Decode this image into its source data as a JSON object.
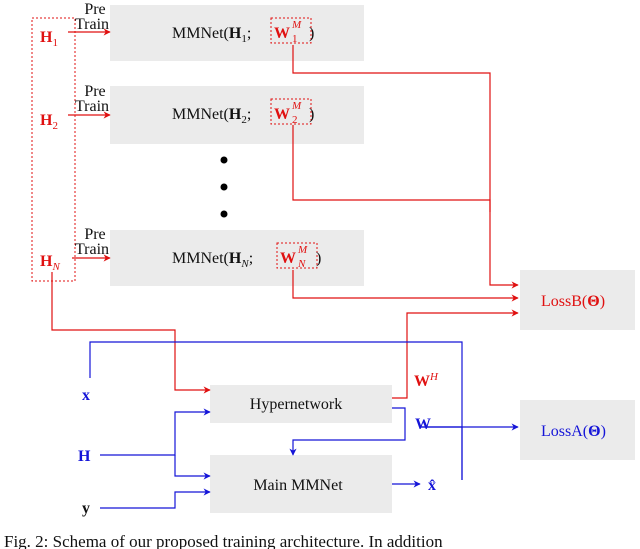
{
  "pretrain": {
    "line1": "Pre",
    "line2": "Train"
  },
  "inputs": [
    {
      "main": "H",
      "sub": "1"
    },
    {
      "main": "H",
      "sub": "2"
    },
    {
      "main": "H",
      "sub": "N"
    }
  ],
  "mmnets": [
    {
      "prefix": "MMNet(",
      "h_main": "H",
      "h_sub": "1",
      "w_main": "W",
      "w_sup": "M",
      "w_sub": "1",
      "suffix": ")"
    },
    {
      "prefix": "MMNet(",
      "h_main": "H",
      "h_sub": "2",
      "w_main": "W",
      "w_sup": "M",
      "w_sub": "2",
      "suffix": ")"
    },
    {
      "prefix": "MMNet(",
      "h_main": "H",
      "h_sub": "N",
      "w_main": "W",
      "w_sup": "M",
      "w_sub": "N",
      "suffix": ")"
    }
  ],
  "lossB": {
    "prefix": "LossB(",
    "theta": "Θ",
    "suffix": ")"
  },
  "lossA": {
    "prefix": "LossA(",
    "theta": "Θ",
    "suffix": ")"
  },
  "hypernetwork": "Hypernetwork",
  "main_mmnet": "Main MMNet",
  "blue_inputs": {
    "x": "x",
    "H": "H",
    "y": "y"
  },
  "outputs": {
    "wh_main": "W",
    "wh_sup": "H",
    "w": "W",
    "xhat": "x̂"
  },
  "caption": "Fig. 2: Schema of our proposed training architecture. In addition"
}
